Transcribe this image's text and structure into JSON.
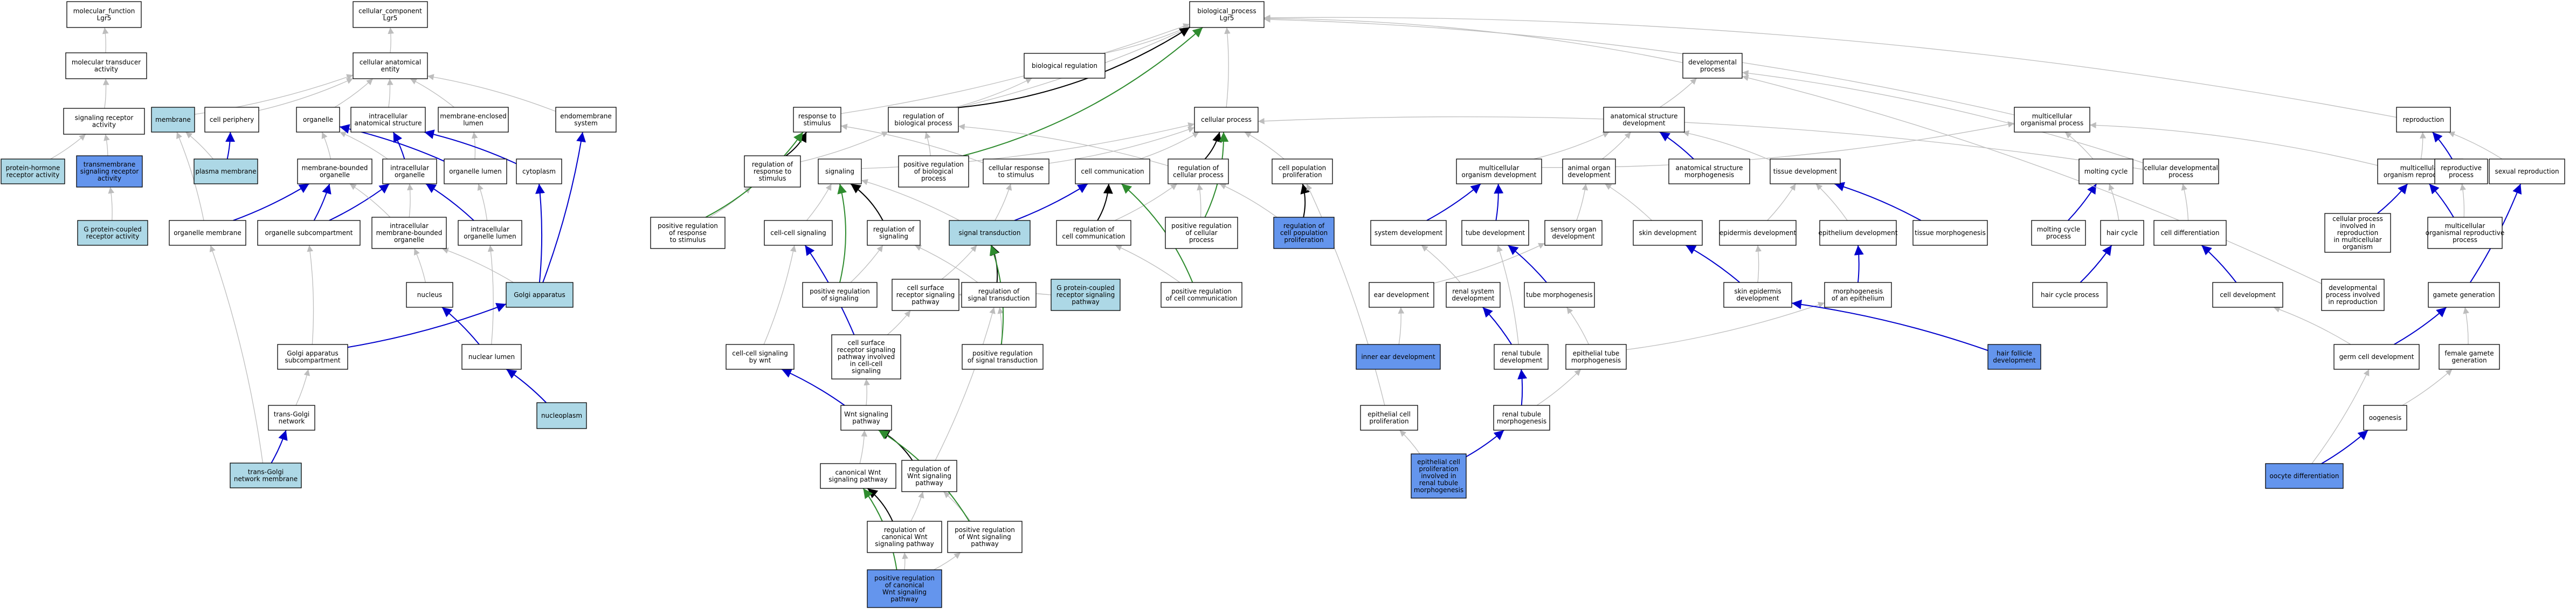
{
  "colors": {
    "plain": "#ffffff",
    "light": "#add8e6",
    "dark": "#6495ed",
    "edge_is_a": "#bdbdbd",
    "edge_part_of": "#0000cc",
    "edge_regulates": "#000000",
    "edge_pos_regulates": "#2e8b2e"
  },
  "nodes": [
    {
      "id": "mf",
      "label": "molecular_function\nLgr5",
      "style": "plain"
    },
    {
      "id": "cc",
      "label": "cellular_component\nLgr5",
      "style": "plain"
    },
    {
      "id": "bp",
      "label": "biological_process\nLgr5",
      "style": "plain"
    },
    {
      "id": "mta",
      "label": "molecular transducer\nactivity",
      "style": "plain"
    },
    {
      "id": "cae",
      "label": "cellular anatomical\nentity",
      "style": "plain"
    },
    {
      "id": "srec",
      "label": "signaling receptor\nactivity",
      "style": "plain"
    },
    {
      "id": "phra",
      "label": "protein-hormone\nreceptor activity",
      "style": "light"
    },
    {
      "id": "tmsra",
      "label": "transmembrane\nsignaling receptor\nactivity",
      "style": "dark"
    },
    {
      "id": "gpcr",
      "label": "G protein-coupled\nreceptor activity",
      "style": "light"
    },
    {
      "id": "membrane",
      "label": "membrane",
      "style": "light"
    },
    {
      "id": "cperiph",
      "label": "cell periphery",
      "style": "plain"
    },
    {
      "id": "pmem",
      "label": "plasma membrane",
      "style": "light"
    },
    {
      "id": "organelle",
      "label": "organelle",
      "style": "plain"
    },
    {
      "id": "ias",
      "label": "intracellular\nanatomical structure",
      "style": "plain"
    },
    {
      "id": "mel",
      "label": "membrane-enclosed\nlumen",
      "style": "plain"
    },
    {
      "id": "endo",
      "label": "endomembrane\nsystem",
      "style": "plain"
    },
    {
      "id": "mbo",
      "label": "membrane-bounded\norganelle",
      "style": "plain"
    },
    {
      "id": "io",
      "label": "intracellular\norganelle",
      "style": "plain"
    },
    {
      "id": "olumen",
      "label": "organelle lumen",
      "style": "plain"
    },
    {
      "id": "cyto",
      "label": "cytoplasm",
      "style": "plain"
    },
    {
      "id": "omem",
      "label": "organelle membrane",
      "style": "plain"
    },
    {
      "id": "osub",
      "label": "organelle subcompartment",
      "style": "plain"
    },
    {
      "id": "imbo",
      "label": "intracellular\nmembrane-bounded\norganelle",
      "style": "plain"
    },
    {
      "id": "iol",
      "label": "intracellular\norganelle lumen",
      "style": "plain"
    },
    {
      "id": "nucleus",
      "label": "nucleus",
      "style": "plain"
    },
    {
      "id": "golgi",
      "label": "Golgi apparatus",
      "style": "light"
    },
    {
      "id": "nlumen",
      "label": "nuclear lumen",
      "style": "plain"
    },
    {
      "id": "gas",
      "label": "Golgi apparatus\nsubcompartment",
      "style": "plain"
    },
    {
      "id": "tgn",
      "label": "trans-Golgi\nnetwork",
      "style": "plain"
    },
    {
      "id": "tgnm",
      "label": "trans-Golgi\nnetwork membrane",
      "style": "light"
    },
    {
      "id": "nucleo",
      "label": "nucleoplasm",
      "style": "light"
    },
    {
      "id": "biolreg",
      "label": "biological regulation",
      "style": "plain"
    },
    {
      "id": "rts",
      "label": "response to\nstimulus",
      "style": "plain"
    },
    {
      "id": "rbp",
      "label": "regulation of\nbiological process",
      "style": "plain"
    },
    {
      "id": "cp",
      "label": "cellular process",
      "style": "plain"
    },
    {
      "id": "devp",
      "label": "developmental\nprocess",
      "style": "plain"
    },
    {
      "id": "asd",
      "label": "anatomical structure\ndevelopment",
      "style": "plain"
    },
    {
      "id": "mop",
      "label": "multicellular\norganismal process",
      "style": "plain"
    },
    {
      "id": "repro",
      "label": "reproduction",
      "style": "plain"
    },
    {
      "id": "rrs",
      "label": "regulation of\nresponse to\nstimulus",
      "style": "plain"
    },
    {
      "id": "signaling",
      "label": "signaling",
      "style": "plain"
    },
    {
      "id": "prbp",
      "label": "positive regulation\nof biological\nprocess",
      "style": "plain"
    },
    {
      "id": "crs",
      "label": "cellular response\nto stimulus",
      "style": "plain"
    },
    {
      "id": "ccomm",
      "label": "cell communication",
      "style": "plain"
    },
    {
      "id": "rcp",
      "label": "regulation of\ncellular process",
      "style": "plain"
    },
    {
      "id": "cpp",
      "label": "cell population\nproliferation",
      "style": "plain"
    },
    {
      "id": "mod",
      "label": "multicellular\norganism development",
      "style": "plain"
    },
    {
      "id": "aod",
      "label": "animal organ\ndevelopment",
      "style": "plain"
    },
    {
      "id": "asm",
      "label": "anatomical structure\nmorphogenesis",
      "style": "plain"
    },
    {
      "id": "tdev",
      "label": "tissue development",
      "style": "plain"
    },
    {
      "id": "mcyc",
      "label": "molting cycle",
      "style": "plain"
    },
    {
      "id": "cdp",
      "label": "cellular developmental\nprocess",
      "style": "plain"
    },
    {
      "id": "mrep",
      "label": "multicellular\norganism reproduction",
      "style": "plain"
    },
    {
      "id": "rproc",
      "label": "reproductive\nprocess",
      "style": "plain"
    },
    {
      "id": "srep",
      "label": "sexual reproduction",
      "style": "plain"
    },
    {
      "id": "prrs",
      "label": "positive regulation\nof response\nto stimulus",
      "style": "plain"
    },
    {
      "id": "ccs",
      "label": "cell-cell signaling",
      "style": "plain"
    },
    {
      "id": "regsig",
      "label": "regulation of\nsignaling",
      "style": "plain"
    },
    {
      "id": "st",
      "label": "signal transduction",
      "style": "light"
    },
    {
      "id": "rcc",
      "label": "regulation of\ncell communication",
      "style": "plain"
    },
    {
      "id": "prcp",
      "label": "positive regulation\nof cellular\nprocess",
      "style": "plain"
    },
    {
      "id": "rcpp",
      "label": "regulation of\ncell population\nproliferation",
      "style": "dark"
    },
    {
      "id": "sysdev",
      "label": "system development",
      "style": "plain"
    },
    {
      "id": "tubedev",
      "label": "tube development",
      "style": "plain"
    },
    {
      "id": "sod",
      "label": "sensory organ\ndevelopment",
      "style": "plain"
    },
    {
      "id": "skindev",
      "label": "skin development",
      "style": "plain"
    },
    {
      "id": "epidev",
      "label": "epidermis development",
      "style": "plain"
    },
    {
      "id": "epithdev",
      "label": "epithelium development",
      "style": "plain"
    },
    {
      "id": "tmorph",
      "label": "tissue morphogenesis",
      "style": "plain"
    },
    {
      "id": "mcp",
      "label": "molting cycle\nprocess",
      "style": "plain"
    },
    {
      "id": "hcyc",
      "label": "hair cycle",
      "style": "plain"
    },
    {
      "id": "cdiff",
      "label": "cell differentiation",
      "style": "plain"
    },
    {
      "id": "cprmo",
      "label": "cellular process\ninvolved in\nreproduction\nin multicellular\norganism",
      "style": "plain"
    },
    {
      "id": "morp",
      "label": "multicellular\norganismal reproductive\nprocess",
      "style": "plain"
    },
    {
      "id": "psig",
      "label": "positive regulation\nof signaling",
      "style": "plain"
    },
    {
      "id": "csrsp",
      "label": "cell surface\nreceptor signaling\npathway",
      "style": "plain"
    },
    {
      "id": "rst",
      "label": "regulation of\nsignal transduction",
      "style": "plain"
    },
    {
      "id": "gpcrsp",
      "label": "G protein-coupled\nreceptor signaling\npathway",
      "style": "light"
    },
    {
      "id": "prcc",
      "label": "positive regulation\nof cell communication",
      "style": "plain"
    },
    {
      "id": "eardev",
      "label": "ear development",
      "style": "plain"
    },
    {
      "id": "rsd",
      "label": "renal system\ndevelopment",
      "style": "plain"
    },
    {
      "id": "tubemorph",
      "label": "tube morphogenesis",
      "style": "plain"
    },
    {
      "id": "sed",
      "label": "skin epidermis\ndevelopment",
      "style": "plain"
    },
    {
      "id": "moe",
      "label": "morphogenesis\nof an epithelium",
      "style": "plain"
    },
    {
      "id": "hcp",
      "label": "hair cycle process",
      "style": "plain"
    },
    {
      "id": "celldev",
      "label": "cell development",
      "style": "plain"
    },
    {
      "id": "dpir",
      "label": "developmental\nprocess involved\nin reproduction",
      "style": "plain"
    },
    {
      "id": "gamgen",
      "label": "gamete generation",
      "style": "plain"
    },
    {
      "id": "ccsw",
      "label": "cell-cell signaling\nby wnt",
      "style": "plain"
    },
    {
      "id": "csrspicc",
      "label": "cell surface\nreceptor signaling\npathway involved\nin cell-cell\nsignaling",
      "style": "plain"
    },
    {
      "id": "prst",
      "label": "positive regulation\nof signal transduction",
      "style": "plain"
    },
    {
      "id": "ied",
      "label": "inner ear development",
      "style": "dark"
    },
    {
      "id": "rtd",
      "label": "renal tubule\ndevelopment",
      "style": "plain"
    },
    {
      "id": "etm",
      "label": "epithelial tube\nmorphogenesis",
      "style": "plain"
    },
    {
      "id": "hfd",
      "label": "hair follicle\ndevelopment",
      "style": "dark"
    },
    {
      "id": "gcd",
      "label": "germ cell development",
      "style": "plain"
    },
    {
      "id": "fgg",
      "label": "female gamete\ngeneration",
      "style": "plain"
    },
    {
      "id": "wnt",
      "label": "Wnt signaling\npathway",
      "style": "plain"
    },
    {
      "id": "epcp",
      "label": "epithelial cell\nproliferation",
      "style": "plain"
    },
    {
      "id": "rtm",
      "label": "renal tubule\nmorphogenesis",
      "style": "plain"
    },
    {
      "id": "oogen",
      "label": "oogenesis",
      "style": "plain"
    },
    {
      "id": "cwnt",
      "label": "canonical Wnt\nsignaling pathway",
      "style": "plain"
    },
    {
      "id": "rwnt",
      "label": "regulation of\nWnt signaling\npathway",
      "style": "plain"
    },
    {
      "id": "ecpirtm",
      "label": "epithelial cell\nproliferation\ninvolved in\nrenal tubule\nmorphogenesis",
      "style": "dark"
    },
    {
      "id": "odiff",
      "label": "oocyte differentiation",
      "style": "dark"
    },
    {
      "id": "rcwnt",
      "label": "regulation of\ncanonical Wnt\nsignaling pathway",
      "style": "plain"
    },
    {
      "id": "prwnt",
      "label": "positive regulation\nof Wnt signaling\npathway",
      "style": "plain"
    },
    {
      "id": "prcwnt",
      "label": "positive regulation\nof canonical\nWnt signaling\npathway",
      "style": "dark"
    }
  ],
  "edges": [
    [
      "mta",
      "mf",
      "is_a"
    ],
    [
      "srec",
      "mta",
      "is_a"
    ],
    [
      "phra",
      "srec",
      "is_a"
    ],
    [
      "tmsra",
      "srec",
      "is_a"
    ],
    [
      "gpcr",
      "tmsra",
      "is_a"
    ],
    [
      "cae",
      "cc",
      "is_a"
    ],
    [
      "membrane",
      "cae",
      "is_a"
    ],
    [
      "cperiph",
      "cae",
      "is_a"
    ],
    [
      "pmem",
      "cperiph",
      "part_of"
    ],
    [
      "pmem",
      "membrane",
      "is_a"
    ],
    [
      "organelle",
      "cae",
      "is_a"
    ],
    [
      "ias",
      "cae",
      "is_a"
    ],
    [
      "mel",
      "cae",
      "is_a"
    ],
    [
      "endo",
      "cae",
      "is_a"
    ],
    [
      "mbo",
      "organelle",
      "is_a"
    ],
    [
      "io",
      "organelle",
      "is_a"
    ],
    [
      "io",
      "ias",
      "part_of"
    ],
    [
      "olumen",
      "mel",
      "is_a"
    ],
    [
      "olumen",
      "organelle",
      "part_of"
    ],
    [
      "cyto",
      "ias",
      "part_of"
    ],
    [
      "omem",
      "membrane",
      "is_a"
    ],
    [
      "omem",
      "mbo",
      "part_of"
    ],
    [
      "osub",
      "io",
      "part_of"
    ],
    [
      "osub",
      "mbo",
      "part_of"
    ],
    [
      "imbo",
      "mbo",
      "is_a"
    ],
    [
      "imbo",
      "io",
      "is_a"
    ],
    [
      "iol",
      "olumen",
      "is_a"
    ],
    [
      "iol",
      "io",
      "part_of"
    ],
    [
      "nucleus",
      "imbo",
      "is_a"
    ],
    [
      "golgi",
      "imbo",
      "is_a"
    ],
    [
      "golgi",
      "cyto",
      "part_of"
    ],
    [
      "golgi",
      "endo",
      "part_of"
    ],
    [
      "nlumen",
      "iol",
      "is_a"
    ],
    [
      "nlumen",
      "nucleus",
      "part_of"
    ],
    [
      "gas",
      "osub",
      "is_a"
    ],
    [
      "gas",
      "golgi",
      "part_of"
    ],
    [
      "tgn",
      "gas",
      "is_a"
    ],
    [
      "tgnm",
      "tgn",
      "part_of"
    ],
    [
      "tgnm",
      "omem",
      "is_a"
    ],
    [
      "nucleo",
      "nlumen",
      "part_of"
    ],
    [
      "biolreg",
      "bp",
      "is_a"
    ],
    [
      "rts",
      "bp",
      "is_a"
    ],
    [
      "rbp",
      "bp",
      "is_a"
    ],
    [
      "rbp",
      "biolreg",
      "is_a"
    ],
    [
      "rbp",
      "bp",
      "regulates"
    ],
    [
      "cp",
      "bp",
      "is_a"
    ],
    [
      "devp",
      "bp",
      "is_a"
    ],
    [
      "mop",
      "bp",
      "is_a"
    ],
    [
      "repro",
      "bp",
      "is_a"
    ],
    [
      "asd",
      "devp",
      "is_a"
    ],
    [
      "rrs",
      "rts",
      "regulates"
    ],
    [
      "rrs",
      "rbp",
      "is_a"
    ],
    [
      "signaling",
      "cp",
      "is_a"
    ],
    [
      "prbp",
      "rbp",
      "is_a"
    ],
    [
      "prbp",
      "bp",
      "pos_regulates"
    ],
    [
      "crs",
      "cp",
      "is_a"
    ],
    [
      "crs",
      "rts",
      "is_a"
    ],
    [
      "ccomm",
      "cp",
      "is_a"
    ],
    [
      "rcp",
      "cp",
      "regulates"
    ],
    [
      "rcp",
      "rbp",
      "is_a"
    ],
    [
      "cpp",
      "cp",
      "is_a"
    ],
    [
      "mod",
      "asd",
      "is_a"
    ],
    [
      "mod",
      "mop",
      "is_a"
    ],
    [
      "aod",
      "asd",
      "is_a"
    ],
    [
      "asm",
      "asd",
      "part_of"
    ],
    [
      "tdev",
      "asd",
      "is_a"
    ],
    [
      "mcyc",
      "mop",
      "is_a"
    ],
    [
      "cdp",
      "cp",
      "is_a"
    ],
    [
      "cdp",
      "devp",
      "is_a"
    ],
    [
      "mrep",
      "repro",
      "is_a"
    ],
    [
      "mrep",
      "mop",
      "is_a"
    ],
    [
      "rproc",
      "repro",
      "part_of"
    ],
    [
      "srep",
      "repro",
      "is_a"
    ],
    [
      "prrs",
      "rrs",
      "is_a"
    ],
    [
      "prrs",
      "rts",
      "pos_regulates"
    ],
    [
      "ccs",
      "signaling",
      "is_a"
    ],
    [
      "regsig",
      "signaling",
      "regulates"
    ],
    [
      "st",
      "crs",
      "is_a"
    ],
    [
      "st",
      "signaling",
      "is_a"
    ],
    [
      "st",
      "ccomm",
      "part_of"
    ],
    [
      "rcc",
      "ccomm",
      "regulates"
    ],
    [
      "rcc",
      "rcp",
      "is_a"
    ],
    [
      "prcp",
      "rcp",
      "is_a"
    ],
    [
      "prcp",
      "cp",
      "pos_regulates"
    ],
    [
      "rcpp",
      "cpp",
      "regulates"
    ],
    [
      "rcpp",
      "rcp",
      "is_a"
    ],
    [
      "sysdev",
      "mod",
      "part_of"
    ],
    [
      "tubedev",
      "mod",
      "part_of"
    ],
    [
      "sod",
      "aod",
      "is_a"
    ],
    [
      "skindev",
      "aod",
      "is_a"
    ],
    [
      "epidev",
      "tdev",
      "is_a"
    ],
    [
      "epithdev",
      "tdev",
      "is_a"
    ],
    [
      "tmorph",
      "tdev",
      "part_of"
    ],
    [
      "mcp",
      "mcyc",
      "part_of"
    ],
    [
      "hcyc",
      "mcyc",
      "is_a"
    ],
    [
      "cdiff",
      "cdp",
      "is_a"
    ],
    [
      "cprmo",
      "mrep",
      "part_of"
    ],
    [
      "morp",
      "mrep",
      "part_of"
    ],
    [
      "morp",
      "rproc",
      "is_a"
    ],
    [
      "psig",
      "regsig",
      "is_a"
    ],
    [
      "psig",
      "signaling",
      "pos_regulates"
    ],
    [
      "csrsp",
      "st",
      "is_a"
    ],
    [
      "rst",
      "st",
      "regulates"
    ],
    [
      "rst",
      "regsig",
      "is_a"
    ],
    [
      "gpcrsp",
      "csrsp",
      "is_a"
    ],
    [
      "prcc",
      "rcc",
      "is_a"
    ],
    [
      "prcc",
      "ccomm",
      "pos_regulates"
    ],
    [
      "eardev",
      "sod",
      "is_a"
    ],
    [
      "rsd",
      "sysdev",
      "is_a"
    ],
    [
      "tubemorph",
      "tubedev",
      "part_of"
    ],
    [
      "sed",
      "skindev",
      "part_of"
    ],
    [
      "sed",
      "epidev",
      "is_a"
    ],
    [
      "moe",
      "epithdev",
      "part_of"
    ],
    [
      "hcp",
      "hcyc",
      "part_of"
    ],
    [
      "celldev",
      "cdiff",
      "part_of"
    ],
    [
      "dpir",
      "devp",
      "is_a"
    ],
    [
      "gamgen",
      "srep",
      "part_of"
    ],
    [
      "ccsw",
      "ccs",
      "is_a"
    ],
    [
      "csrspicc",
      "ccs",
      "part_of"
    ],
    [
      "csrspicc",
      "csrsp",
      "is_a"
    ],
    [
      "prst",
      "rst",
      "is_a"
    ],
    [
      "prst",
      "st",
      "pos_regulates"
    ],
    [
      "ied",
      "eardev",
      "is_a"
    ],
    [
      "rtd",
      "rsd",
      "part_of"
    ],
    [
      "rtd",
      "tubedev",
      "is_a"
    ],
    [
      "etm",
      "tubemorph",
      "is_a"
    ],
    [
      "etm",
      "moe",
      "is_a"
    ],
    [
      "hfd",
      "sed",
      "part_of"
    ],
    [
      "gcd",
      "celldev",
      "is_a"
    ],
    [
      "gcd",
      "gamgen",
      "part_of"
    ],
    [
      "fgg",
      "gamgen",
      "is_a"
    ],
    [
      "wnt",
      "csrspicc",
      "is_a"
    ],
    [
      "wnt",
      "ccsw",
      "part_of"
    ],
    [
      "epcp",
      "cpp",
      "is_a"
    ],
    [
      "rtm",
      "rtd",
      "part_of"
    ],
    [
      "rtm",
      "etm",
      "is_a"
    ],
    [
      "oogen",
      "fgg",
      "is_a"
    ],
    [
      "cwnt",
      "wnt",
      "is_a"
    ],
    [
      "rwnt",
      "wnt",
      "regulates"
    ],
    [
      "rwnt",
      "rst",
      "is_a"
    ],
    [
      "ecpirtm",
      "rtm",
      "part_of"
    ],
    [
      "ecpirtm",
      "epcp",
      "is_a"
    ],
    [
      "odiff",
      "oogen",
      "part_of"
    ],
    [
      "odiff",
      "gcd",
      "is_a"
    ],
    [
      "rcwnt",
      "cwnt",
      "regulates"
    ],
    [
      "rcwnt",
      "rwnt",
      "is_a"
    ],
    [
      "prwnt",
      "rwnt",
      "is_a"
    ],
    [
      "prwnt",
      "wnt",
      "pos_regulates"
    ],
    [
      "prcwnt",
      "rcwnt",
      "is_a"
    ],
    [
      "prcwnt",
      "prwnt",
      "is_a"
    ],
    [
      "prcwnt",
      "cwnt",
      "pos_regulates"
    ]
  ]
}
